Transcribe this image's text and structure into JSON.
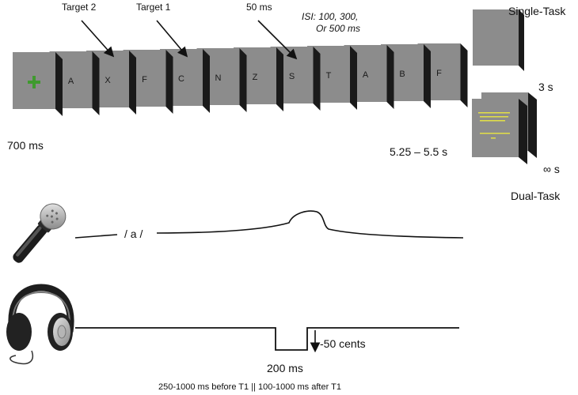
{
  "stream": {
    "first_duration": "700 ms",
    "letters": [
      "A",
      "X",
      "F",
      "C",
      "N",
      "Z",
      "S",
      "T",
      "A",
      "B",
      "F"
    ],
    "target2_label": "Target 2",
    "target1_label": "Target 1",
    "letter_duration": "50 ms",
    "isi_label": "ISI:  100, 300,",
    "isi_label2": "Or 500 ms",
    "end_window": "5.25 – 5.5 s"
  },
  "tasks": {
    "single_label": "Single-Task",
    "single_duration": "3 s",
    "dual_label": "Dual-Task",
    "dual_duration": "∞ s"
  },
  "vocal": {
    "syllable": "/ a /"
  },
  "auditory": {
    "shift": "-50 cents",
    "shift_duration": "200 ms",
    "timing": "250-1000 ms before T1  ||  100-1000 ms after T1"
  },
  "colors": {
    "frame_face": "#8c8c8c",
    "frame_side": "#1a1a1a",
    "fixation": "#3f9a2e",
    "dual_text": "#e3e046"
  },
  "icons": [
    "microphone-icon",
    "headphones-icon"
  ]
}
